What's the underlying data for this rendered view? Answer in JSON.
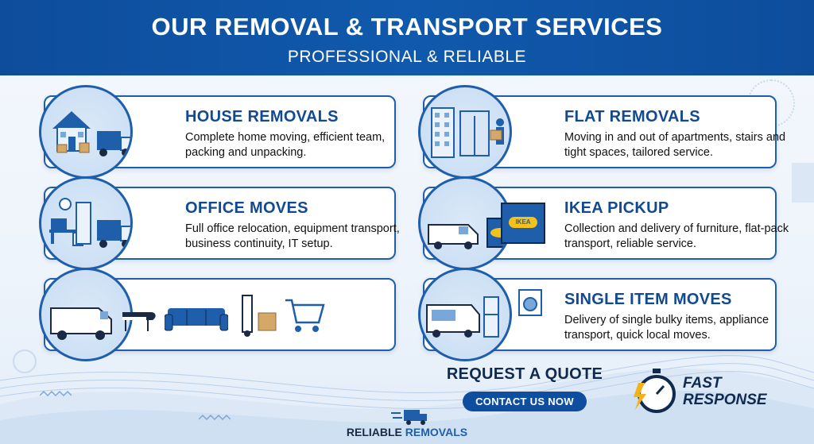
{
  "header": {
    "title": "OUR REMOVAL & TRANSPORT SERVICES",
    "subtitle": "PROFESSIONAL & RELIABLE"
  },
  "services": [
    {
      "title": "HOUSE REMOVALS",
      "desc": "Complete home moving, efficient team, packing and unpacking.",
      "icon": "house-truck-icon"
    },
    {
      "title": "FLAT REMOVALS",
      "desc": "Moving in and out of apartments, stairs and tight spaces, tailored service.",
      "icon": "apartment-elevator-icon"
    },
    {
      "title": "OFFICE MOVES",
      "desc": "Full office relocation, equipment transport, business continuity, IT setup.",
      "icon": "office-truck-icon"
    },
    {
      "title": "IKEA PICKUP",
      "desc": "Collection and delivery of furniture, flat-pack transport, reliable service.",
      "icon": "van-flatpack-icon"
    },
    {
      "title": "SINGLE ITEM MOVES",
      "desc": "Delivery of single bulky items, appliance transport, quick local moves.",
      "icon": "van-appliance-icon"
    }
  ],
  "ikea_logo_text": "IKEA",
  "cta": {
    "heading": "REQUEST A QUOTE",
    "button": "CONTACT US NOW"
  },
  "fast_response": {
    "line1": "FAST",
    "line2": "RESPONSE"
  },
  "brand": {
    "part1": "RELIABLE",
    "part2": "REMOVALS"
  },
  "colors": {
    "primary": "#1059ac",
    "dark": "#0f2a4d",
    "accent": "#f2b21b"
  }
}
